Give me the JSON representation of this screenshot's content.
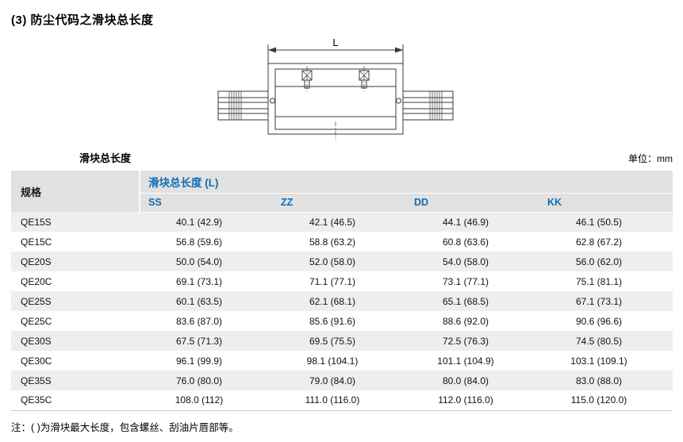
{
  "page": {
    "title": "(3) 防尘代码之滑块总长度",
    "section_label": "滑块总长度",
    "unit_label": "单位：mm",
    "diagram_label": "L",
    "note": "注：( )为滑块最大长度，包含螺丝、刮油片唇部等。"
  },
  "table": {
    "spec_header": "规格",
    "group_header": "滑块总长度 (L)",
    "columns": [
      "SS",
      "ZZ",
      "DD",
      "KK"
    ],
    "rows": [
      {
        "spec": "QE15S",
        "values": [
          "40.1 (42.9)",
          "42.1 (46.5)",
          "44.1 (46.9)",
          "46.1 (50.5)"
        ]
      },
      {
        "spec": "QE15C",
        "values": [
          "56.8 (59.6)",
          "58.8 (63.2)",
          "60.8 (63.6)",
          "62.8 (67.2)"
        ]
      },
      {
        "spec": "QE20S",
        "values": [
          "50.0 (54.0)",
          "52.0 (58.0)",
          "54.0 (58.0)",
          "56.0 (62.0)"
        ]
      },
      {
        "spec": "QE20C",
        "values": [
          "69.1 (73.1)",
          "71.1 (77.1)",
          "73.1 (77.1)",
          "75.1 (81.1)"
        ]
      },
      {
        "spec": "QE25S",
        "values": [
          "60.1 (63.5)",
          "62.1 (68.1)",
          "65.1 (68.5)",
          "67.1 (73.1)"
        ]
      },
      {
        "spec": "QE25C",
        "values": [
          "83.6 (87.0)",
          "85.6 (91.6)",
          "88.6 (92.0)",
          "90.6 (96.6)"
        ]
      },
      {
        "spec": "QE30S",
        "values": [
          "67.5 (71.3)",
          "69.5 (75.5)",
          "72.5 (76.3)",
          "74.5 (80.5)"
        ]
      },
      {
        "spec": "QE30C",
        "values": [
          "96.1 (99.9)",
          "98.1 (104.1)",
          "101.1 (104.9)",
          "103.1 (109.1)"
        ]
      },
      {
        "spec": "QE35S",
        "values": [
          "76.0 (80.0)",
          "79.0 (84.0)",
          "80.0 (84.0)",
          "83.0 (88.0)"
        ]
      },
      {
        "spec": "QE35C",
        "values": [
          "108.0 (112)",
          "111.0 (116.0)",
          "112.0 (116.0)",
          "115.0 (120.0)"
        ]
      }
    ]
  },
  "colors": {
    "accent_blue": "#0f6db5",
    "header_bg": "#e1e1e1",
    "row_alt_bg": "#eeeeee"
  }
}
